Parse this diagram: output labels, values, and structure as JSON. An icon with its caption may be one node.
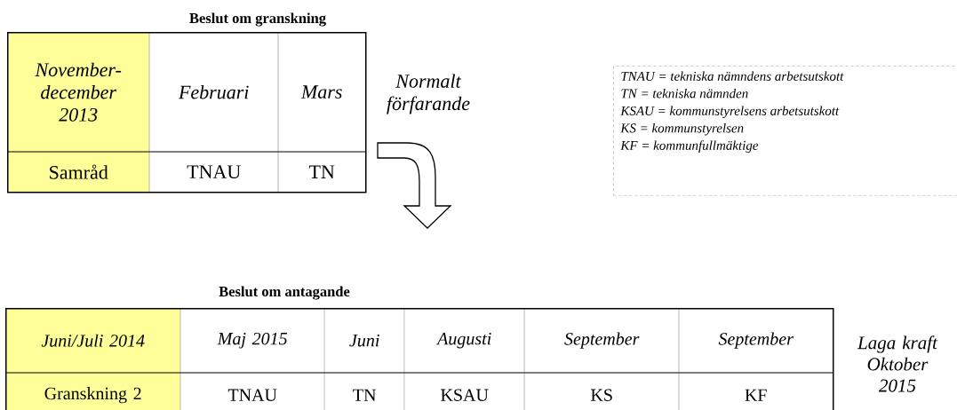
{
  "diagram": {
    "nodes": [
      {
        "text": [
          "Beslut om granskning"
        ]
      },
      {
        "text": [
          "Beslut om antagande"
        ]
      },
      {
        "text": [
          "TNAU = tekniska nämndens arbetsutskott",
          "TN = tekniska nämnden",
          "KSAU = kommunstyrelsens arbetsutskott",
          "KS = kommunstyrelsen",
          "KF = kommunfullmäktige"
        ]
      }
    ],
    "edges": [
      {
        "from": 0,
        "to": 1,
        "arrow": "to",
        "label": "Normalt förfarande"
      }
    ],
    "labels": [
      "November-december 2013",
      "Februari",
      "Mars",
      "Samråd",
      "TNAU",
      "TN",
      "Juni/Juli 2014",
      "Maj 2015",
      "Juni",
      "Augusti",
      "September",
      "September",
      "Granskning 2",
      "TNAU",
      "TN",
      "KSAU",
      "KS",
      "KF",
      "Laga kraft Oktober 2015"
    ]
  }
}
